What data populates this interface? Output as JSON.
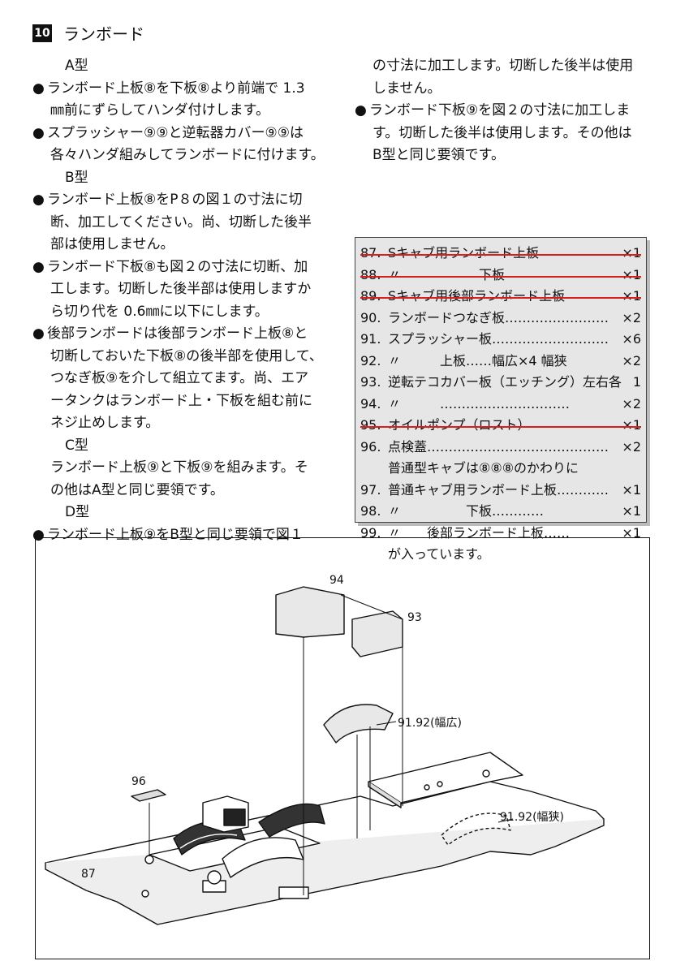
{
  "heading": {
    "number": "10",
    "title": "ランボード"
  },
  "left_column": [
    {
      "kind": "type",
      "text": "A型"
    },
    {
      "kind": "bullet",
      "lines": [
        "ランボード上板⑧を下板⑧より前端で 1.3",
        "㎜前にずらしてハンダ付けします。"
      ]
    },
    {
      "kind": "bullet",
      "lines": [
        "スプラッシャー⑨⑨と逆転器カバー⑨⑨は",
        "各々ハンダ組みしてランボードに付けます。"
      ]
    },
    {
      "kind": "type",
      "text": "B型"
    },
    {
      "kind": "bullet",
      "lines": [
        "ランボード上板⑧をP８の図１の寸法に切",
        "断、加工してください。尚、切断した後半",
        "部は使用しません。"
      ]
    },
    {
      "kind": "bullet",
      "lines": [
        "ランボード下板⑧も図２の寸法に切断、加",
        "工します。切断した後半部は使用しますか",
        "ら切り代を 0.6㎜に以下にします。"
      ]
    },
    {
      "kind": "bullet",
      "lines": [
        "後部ランボードは後部ランボード上板⑧と",
        "切断しておいた下板⑧の後半部を使用して、",
        "つなぎ板⑨を介して組立てます。尚、エア",
        "ータンクはランボード上・下板を組む前に",
        "ネジ止めします。"
      ]
    },
    {
      "kind": "type",
      "text": "C型"
    },
    {
      "kind": "plain",
      "lines": [
        "ランボード上板⑨と下板⑨を組みます。そ",
        "の他はA型と同じ要領です。"
      ]
    },
    {
      "kind": "type",
      "text": "D型"
    },
    {
      "kind": "bullet",
      "lines": [
        "ランボード上板⑨をB型と同じ要領で図１"
      ]
    }
  ],
  "right_column": [
    {
      "kind": "plain",
      "lines": [
        "の寸法に加工します。切断した後半は使用",
        "しません。"
      ]
    },
    {
      "kind": "bullet",
      "lines": [
        "ランボード下板⑨を図２の寸法に加工しま",
        "す。切断した後半は使用します。その他は",
        "B型と同じ要領です。"
      ]
    }
  ],
  "bullet_symbol": "●",
  "parts_list": {
    "rows": [
      {
        "no": "87.",
        "name": "Sキャブ用ランボード上板",
        "qty": "×1",
        "struck": true
      },
      {
        "no": "88.",
        "name": "〃　　　　　　下板",
        "qty": "×1",
        "struck": true
      },
      {
        "no": "89.",
        "name": "Sキャブ用後部ランボード上板",
        "qty": "×1",
        "struck": true
      },
      {
        "no": "90.",
        "name": "ランボードつなぎ板……………………",
        "qty": "×2",
        "struck": false
      },
      {
        "no": "91.",
        "name": "スプラッシャー板………………………",
        "qty": "×6",
        "struck": false
      },
      {
        "no": "92.",
        "name": "〃　　　上板……幅広×4 幅狭",
        "qty": "×2",
        "struck": false
      },
      {
        "no": "93.",
        "name": "逆転テコカバー板（エッチング）左右各",
        "qty": "1",
        "struck": false
      },
      {
        "no": "94.",
        "name": "〃　　　…………………………",
        "qty": "×2",
        "struck": false
      },
      {
        "no": "95.",
        "name": "オイルポンプ（ロスト）",
        "qty": "×1",
        "struck": true
      },
      {
        "no": "96.",
        "name": "点検蓋……………………………………",
        "qty": "×2",
        "struck": false
      }
    ],
    "note1": "普通型キャブは⑧⑧⑧のかわりに",
    "rows2": [
      {
        "no": "97.",
        "name": "普通キャブ用ランボード上板…………",
        "qty": "×1"
      },
      {
        "no": "98.",
        "name": "〃　　　　　下板…………",
        "qty": "×1"
      },
      {
        "no": "99.",
        "name": "〃　　後部ランボード上板……",
        "qty": "×1"
      }
    ],
    "note2": "が入っています。"
  },
  "diagram_labels": {
    "l94": "94",
    "l93": "93",
    "l91w": "91.92(幅広)",
    "l96": "96",
    "l91n": "91.92(幅狭)",
    "l87": "87"
  }
}
